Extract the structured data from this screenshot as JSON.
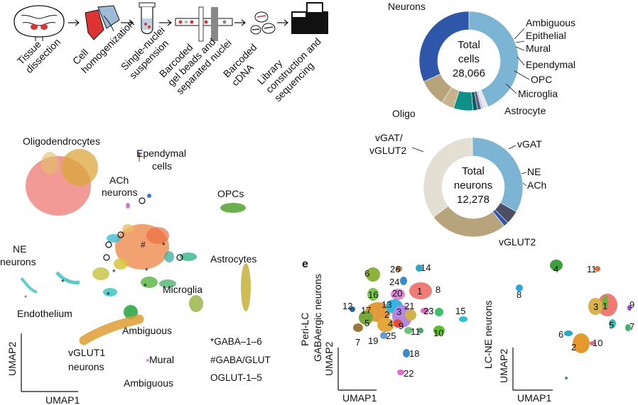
{
  "workflow": {
    "steps": [
      [
        "Tissue",
        "dissection"
      ],
      [
        "Cell",
        "homogenization"
      ],
      [
        "Single-nuclei",
        "suspension"
      ],
      [
        "Barcoded",
        "gel beads and",
        "separated nuclei"
      ],
      [
        "Barcoded",
        "cDNA"
      ],
      [
        "Library",
        "construction and",
        "sequencing"
      ]
    ]
  },
  "donut_cells": {
    "center": [
      "Total",
      "cells",
      "28,066"
    ],
    "labels": [
      "Neurons",
      "Ambiguous",
      "Epithelial",
      "Mural",
      "Ependymal",
      "OPC",
      "Microglia",
      "Astrocyte",
      "Oligo"
    ]
  },
  "donut_neurons": {
    "center": [
      "Total",
      "neurons",
      "12,278"
    ],
    "labels": [
      "vGAT/",
      "vGLUT2",
      "vGAT",
      "NE",
      "ACh",
      "vGLUT2"
    ]
  },
  "umap_main": {
    "cluster_labels": [
      "Oligodendrocytes",
      "Ependymal",
      "cells",
      "ACh",
      "neurons",
      "OPCs",
      "NE",
      "neurons",
      "Astrocytes",
      "Microglia",
      "Endothelium",
      "Ambiguous",
      "vGLUT1",
      "neurons",
      "Mural",
      "Ambiguous"
    ],
    "legend": [
      "*GABA–1–6",
      "#GABA/GLUT",
      "OGLUT-1–5"
    ],
    "axis_x": "UMAP1",
    "axis_y": "UMAP2"
  },
  "panel_e": {
    "panel_label": "e",
    "left_title": [
      "Peri-LC",
      "GABAergic neurons"
    ],
    "right_title": "LC-NE neurons",
    "left_numbers": [
      "26",
      "14",
      "6",
      "24",
      "16",
      "20",
      "1",
      "8",
      "12",
      "17",
      "13",
      "3",
      "21",
      "23",
      "15",
      "5",
      "2",
      "4",
      "9",
      "11",
      "10",
      "7",
      "19",
      "25",
      "18",
      "22"
    ],
    "right_numbers": [
      "4",
      "11",
      "8",
      "3",
      "1",
      "9",
      "5",
      "7",
      "6",
      "2",
      "10"
    ],
    "axis_x": "UMAP1",
    "axis_y": "UMAP2"
  },
  "chart_data": [
    {
      "type": "pie",
      "donut": true,
      "center_text": "Total cells 28,066",
      "labels": [
        "Neurons",
        "Ambiguous",
        "Epithelial",
        "Mural",
        "Ependymal",
        "OPC",
        "Microglia",
        "Astrocyte",
        "Oligo"
      ],
      "values": [
        43.7,
        1.5,
        0.8,
        1.2,
        1.5,
        6.3,
        4.2,
        9.0,
        31.8
      ],
      "colors": [
        "#7cb4d3",
        "#e6e6ee",
        "#c7c2e8",
        "#5b5f7a",
        "#0e5c63",
        "#0e8f88",
        "#c9b28e",
        "#b8a47c",
        "#2f57a9"
      ]
    },
    {
      "type": "pie",
      "donut": true,
      "center_text": "Total neurons 12,278",
      "labels": [
        "vGAT",
        "NE",
        "ACh",
        "vGLUT2",
        "vGAT/vGLUT2"
      ],
      "values": [
        33.5,
        4.5,
        1.5,
        25.5,
        35.0
      ],
      "colors": [
        "#7cb4d3",
        "#4a4f63",
        "#2f57a9",
        "#b8a47c",
        "#e3dfd3"
      ]
    }
  ]
}
